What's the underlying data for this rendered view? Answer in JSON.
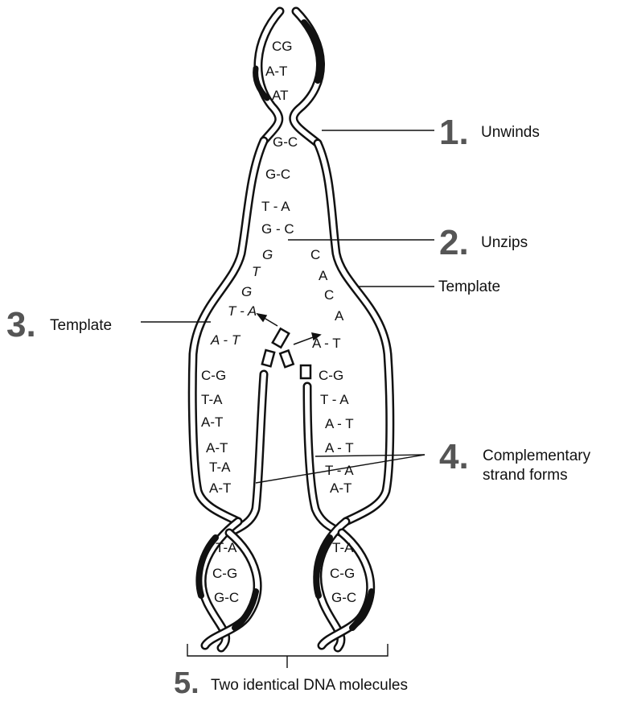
{
  "labels": {
    "step1": {
      "number": "1.",
      "text": "Unwinds"
    },
    "step2": {
      "number": "2.",
      "text": "Unzips"
    },
    "template_right": "Template",
    "step3": {
      "number": "3.",
      "text": "Template"
    },
    "step4": {
      "number": "4.",
      "line1": "Complementary",
      "line2": "strand forms"
    },
    "step5": {
      "number": "5.",
      "text": "Two identical DNA molecules"
    }
  },
  "base_pairs": {
    "top_helix": [
      "CG",
      "A-T",
      "AT"
    ],
    "main": [
      "G-C",
      "G-C",
      "T - A",
      "G - C"
    ],
    "left_strand": [
      "G",
      "T",
      "G",
      "T - A",
      "A - T"
    ],
    "right_strand": [
      "C",
      "A",
      "C",
      "A",
      "A - T"
    ],
    "left_molecule": [
      "C-G",
      "T-A",
      "A-T",
      "A-T",
      "T-A",
      "A-T"
    ],
    "right_molecule": [
      "C-G",
      "T - A",
      "A - T",
      "A - T",
      "T - A",
      "A-T"
    ],
    "left_bottom_helix": [
      "T-A",
      "C-G",
      "G-C"
    ],
    "right_bottom_helix": [
      "T-A",
      "C-G",
      "G-C"
    ]
  }
}
